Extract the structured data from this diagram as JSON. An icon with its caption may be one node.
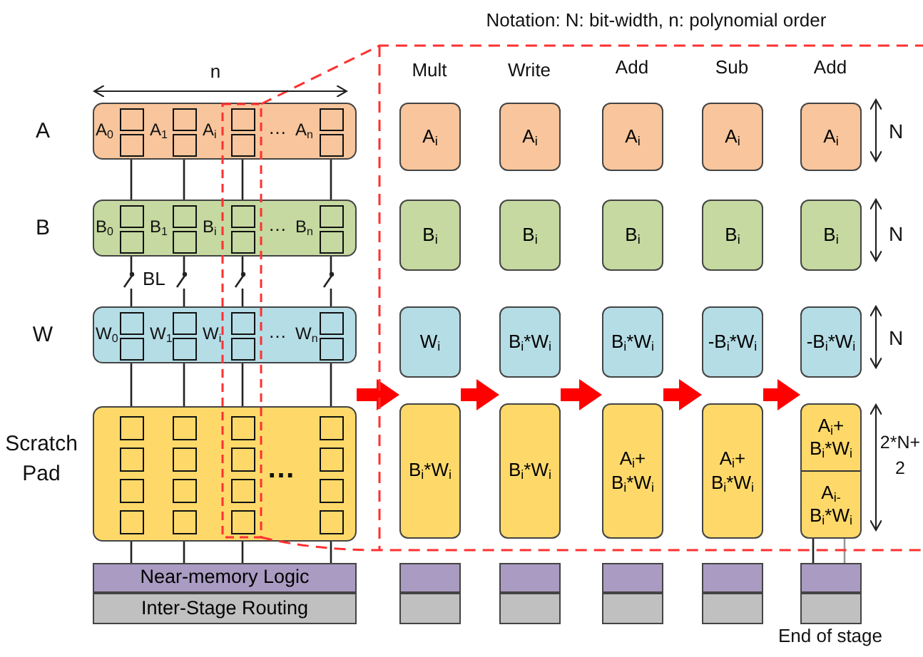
{
  "diagram": {
    "nodes": [
      {
        "text": [
          "A$_{0}$",
          "A$_{1}$",
          "A$_{i}$",
          "…",
          "A$_{n}$"
        ],
        "beside": [
          "A"
        ]
      },
      {
        "text": [
          "B$_{0}$",
          "B$_{1}$",
          "B$_{i}$",
          "…",
          "B$_{n}$"
        ],
        "beside": [
          "B"
        ]
      },
      {
        "text": [
          "W$_{0}$",
          "W$_{1}$",
          "W$_{i}$",
          "…",
          "W$_{n}$"
        ],
        "beside": [
          "W"
        ]
      },
      {
        "text": [
          "…"
        ],
        "beside": [
          "Scratch Pad"
        ]
      },
      {
        "text": [
          "Near-memory Logic"
        ]
      },
      {
        "text": [
          "Inter-Stage Routing"
        ]
      },
      {
        "text": [
          "A$_{i}$"
        ]
      },
      {
        "text": [
          "B$_{i}$"
        ]
      },
      {
        "text": [
          "W$_{i}$"
        ]
      },
      {
        "text": [
          "B$_{i}$*W$_{i}$"
        ]
      },
      {
        "text": [],
        "shape": "box"
      },
      {
        "text": [],
        "shape": "box"
      },
      {
        "text": [
          "A$_{i}$"
        ]
      },
      {
        "text": [
          "B$_{i}$"
        ]
      },
      {
        "text": [
          "B$_{i}$*W$_{i}$"
        ]
      },
      {
        "text": [
          "B$_{i}$*W$_{i}$"
        ]
      },
      {
        "text": [],
        "shape": "box"
      },
      {
        "text": [],
        "shape": "box"
      },
      {
        "text": [
          "A$_{i}$"
        ]
      },
      {
        "text": [
          "B$_{i}$"
        ]
      },
      {
        "text": [
          "B$_{i}$*W$_{i}$"
        ]
      },
      {
        "text": [
          "A$_{i}$+ B$_{i}$*W$_{i}$"
        ]
      },
      {
        "text": [],
        "shape": "box"
      },
      {
        "text": [],
        "shape": "box"
      },
      {
        "text": [
          "A$_{i}$"
        ]
      },
      {
        "text": [
          "B$_{i}$"
        ]
      },
      {
        "text": [
          "-B$_{i}$*W$_{i}$"
        ]
      },
      {
        "text": [
          "A$_{i}$+ B$_{i}$*W$_{i}$"
        ]
      },
      {
        "text": [],
        "shape": "box"
      },
      {
        "text": [],
        "shape": "box"
      },
      {
        "text": [
          "A$_{i}$"
        ]
      },
      {
        "text": [
          "B$_{i}$"
        ]
      },
      {
        "text": [
          "-B$_{i}$*W$_{i}$"
        ]
      },
      {
        "text": [
          "A$_{i}$+ B$_{i}$*W$_{i}$",
          "A$_{i-}$ B$_{i}$*W$_{i}$"
        ]
      },
      {
        "text": [],
        "shape": "box"
      },
      {
        "text": [],
        "shape": "box"
      }
    ],
    "edges": [
      {
        "from": 0,
        "to": 1,
        "arrow": "none"
      },
      {
        "from": 0,
        "to": 1,
        "arrow": "none"
      },
      {
        "from": 0,
        "to": 1,
        "arrow": "none"
      },
      {
        "from": 0,
        "to": 1,
        "arrow": "none"
      },
      {
        "from": 1,
        "to": 2,
        "arrow": "none",
        "label": "BL"
      },
      {
        "from": 1,
        "to": 2,
        "arrow": "none"
      },
      {
        "from": 1,
        "to": 2,
        "arrow": "none"
      },
      {
        "from": 1,
        "to": 2,
        "arrow": "none"
      },
      {
        "from": 2,
        "to": 3,
        "arrow": "none"
      },
      {
        "from": 2,
        "to": 3,
        "arrow": "none"
      },
      {
        "from": 2,
        "to": 3,
        "arrow": "none"
      },
      {
        "from": 2,
        "to": 3,
        "arrow": "none"
      },
      {
        "from": 3,
        "to": 4,
        "arrow": "none"
      },
      {
        "from": 3,
        "to": 4,
        "arrow": "none"
      },
      {
        "from": 3,
        "to": 4,
        "arrow": "none"
      },
      {
        "from": 3,
        "to": 4,
        "arrow": "none"
      },
      {
        "from": 3,
        "to": 9,
        "arrow": "to",
        "style": "thick",
        "color": "#ff0000"
      },
      {
        "from": 9,
        "to": 15,
        "arrow": "to",
        "style": "thick",
        "color": "#ff0000"
      },
      {
        "from": 15,
        "to": 21,
        "arrow": "to",
        "style": "thick",
        "color": "#ff0000"
      },
      {
        "from": 21,
        "to": 27,
        "arrow": "to",
        "style": "thick",
        "color": "#ff0000"
      },
      {
        "from": 27,
        "to": 33,
        "arrow": "to",
        "style": "thick",
        "color": "#ff0000"
      },
      {
        "from": 33,
        "to": 34,
        "arrow": "none"
      },
      {
        "from": 33,
        "to": 34,
        "arrow": "none",
        "color": "#999999"
      }
    ],
    "labels": [
      "Notation: N: bit-width, n: polynomial order",
      "n",
      "Mult",
      "Write",
      "Add",
      "Sub",
      "Add",
      "N",
      "N",
      "N",
      "2*N+ 2",
      "End of stage"
    ]
  }
}
